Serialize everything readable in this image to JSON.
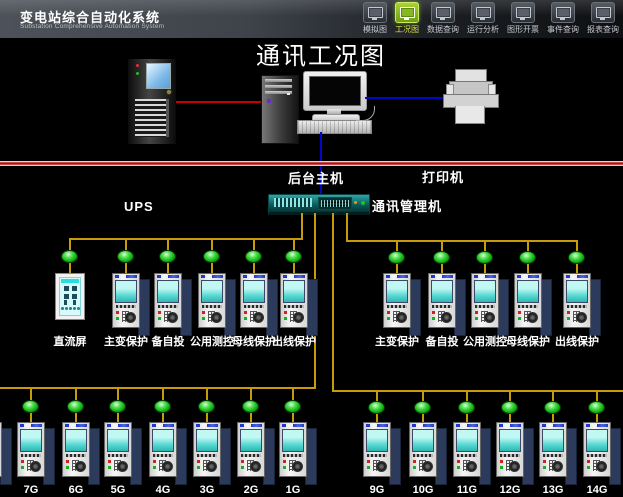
{
  "app": {
    "title": "变电站综合自动化系统",
    "subtitle": "Substation Comprehensive Automation System"
  },
  "toolbar": {
    "items": [
      {
        "id": "simulation-diagram",
        "label": "模拟图",
        "icon": "monitor-icon",
        "active": false
      },
      {
        "id": "working-condition-diagram",
        "label": "工况图",
        "icon": "monitor-active-icon",
        "active": true
      },
      {
        "id": "data-query",
        "label": "数据查询",
        "icon": "monitor-data-icon",
        "active": false
      },
      {
        "id": "operation-analysis",
        "label": "运行分析",
        "icon": "monitor-analysis-icon",
        "active": false
      },
      {
        "id": "graphic-ticket",
        "label": "图形开票",
        "icon": "pencil-square-icon",
        "active": false
      },
      {
        "id": "event-query",
        "label": "事件查询",
        "icon": "monitor-event-icon",
        "active": false
      },
      {
        "id": "report-query",
        "label": "报表查询",
        "icon": "report-pen-icon",
        "active": false
      }
    ]
  },
  "diagram": {
    "title": "通讯工况图",
    "labels": {
      "backend_host": "后台主机",
      "printer": "打印机",
      "ups": "UPS",
      "comm_manager": "通讯管理机"
    },
    "groups": {
      "left_middle": {
        "devices": [
          {
            "label": "直流屏",
            "type": "dc-panel"
          },
          {
            "label": "主变保护",
            "type": "relay"
          },
          {
            "label": "备自投",
            "type": "relay"
          },
          {
            "label": "公用测控",
            "type": "relay"
          },
          {
            "label": "母线保护",
            "type": "relay"
          },
          {
            "label": "出线保护",
            "type": "relay"
          }
        ]
      },
      "right_middle": {
        "devices": [
          {
            "label": "主变保护",
            "type": "relay"
          },
          {
            "label": "备自投",
            "type": "relay"
          },
          {
            "label": "公用测控",
            "type": "relay"
          },
          {
            "label": "母线保护",
            "type": "relay"
          },
          {
            "label": "出线保护",
            "type": "relay"
          }
        ]
      },
      "bottom_left": {
        "devices": [
          {
            "label": "",
            "type": "relay"
          },
          {
            "label": "7G",
            "type": "relay"
          },
          {
            "label": "6G",
            "type": "relay"
          },
          {
            "label": "5G",
            "type": "relay"
          },
          {
            "label": "4G",
            "type": "relay"
          },
          {
            "label": "3G",
            "type": "relay"
          },
          {
            "label": "2G",
            "type": "relay"
          },
          {
            "label": "1G",
            "type": "relay"
          }
        ]
      },
      "bottom_right": {
        "devices": [
          {
            "label": "9G",
            "type": "relay"
          },
          {
            "label": "10G",
            "type": "relay"
          },
          {
            "label": "11G",
            "type": "relay"
          },
          {
            "label": "12G",
            "type": "relay"
          },
          {
            "label": "13G",
            "type": "relay"
          },
          {
            "label": "14G",
            "type": "relay"
          }
        ]
      }
    }
  },
  "colors": {
    "line_yellow": "#c79c0a",
    "line_red": "#c40000",
    "line_blue": "#0008c8",
    "led_green": "#22cc22",
    "toolbar_active_green": "#86b822",
    "switch_teal": "#0b5e5e",
    "separator_pink": "#f2cbcb"
  }
}
